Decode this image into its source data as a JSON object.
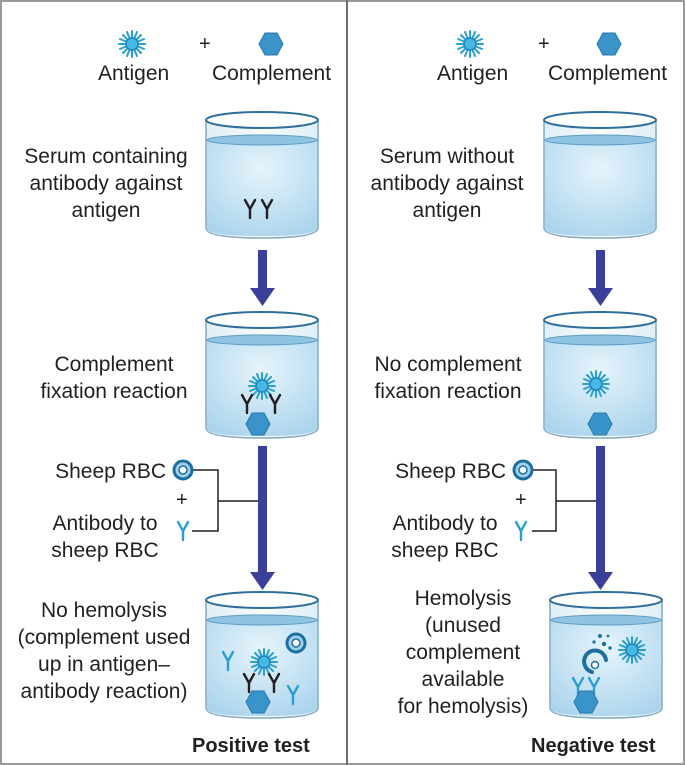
{
  "legend": {
    "antigen_label": "Antigen",
    "complement_label": "Complement",
    "plus": "+"
  },
  "positive": {
    "serum_lines": [
      "Serum containing",
      "antibody against",
      "antigen"
    ],
    "reaction_lines": [
      "Complement",
      "fixation reaction"
    ],
    "sheep_rbc": "Sheep RBC",
    "plus": "+",
    "antibody_lines": [
      "Antibody to",
      "sheep RBC"
    ],
    "result_lines": [
      "No hemolysis",
      "(complement used",
      "up in antigen–",
      "antibody reaction)"
    ],
    "footer": "Positive test"
  },
  "negative": {
    "serum_lines": [
      "Serum without",
      "antibody against",
      "antigen"
    ],
    "reaction_lines": [
      "No complement",
      "fixation reaction"
    ],
    "sheep_rbc": "Sheep RBC",
    "plus": "+",
    "antibody_lines": [
      "Antibody to",
      "sheep RBC"
    ],
    "result_lines": [
      "Hemolysis",
      "(unused",
      "complement",
      "available",
      "for hemolysis)"
    ],
    "footer": "Negative test"
  },
  "colors": {
    "arrow": "#3a3f97",
    "liquid": "#c9e4f3",
    "glass_rim": "#2f6f9a",
    "antigen": "#2a9fd0",
    "complement": "#3a93c9",
    "text": "#231f20"
  }
}
